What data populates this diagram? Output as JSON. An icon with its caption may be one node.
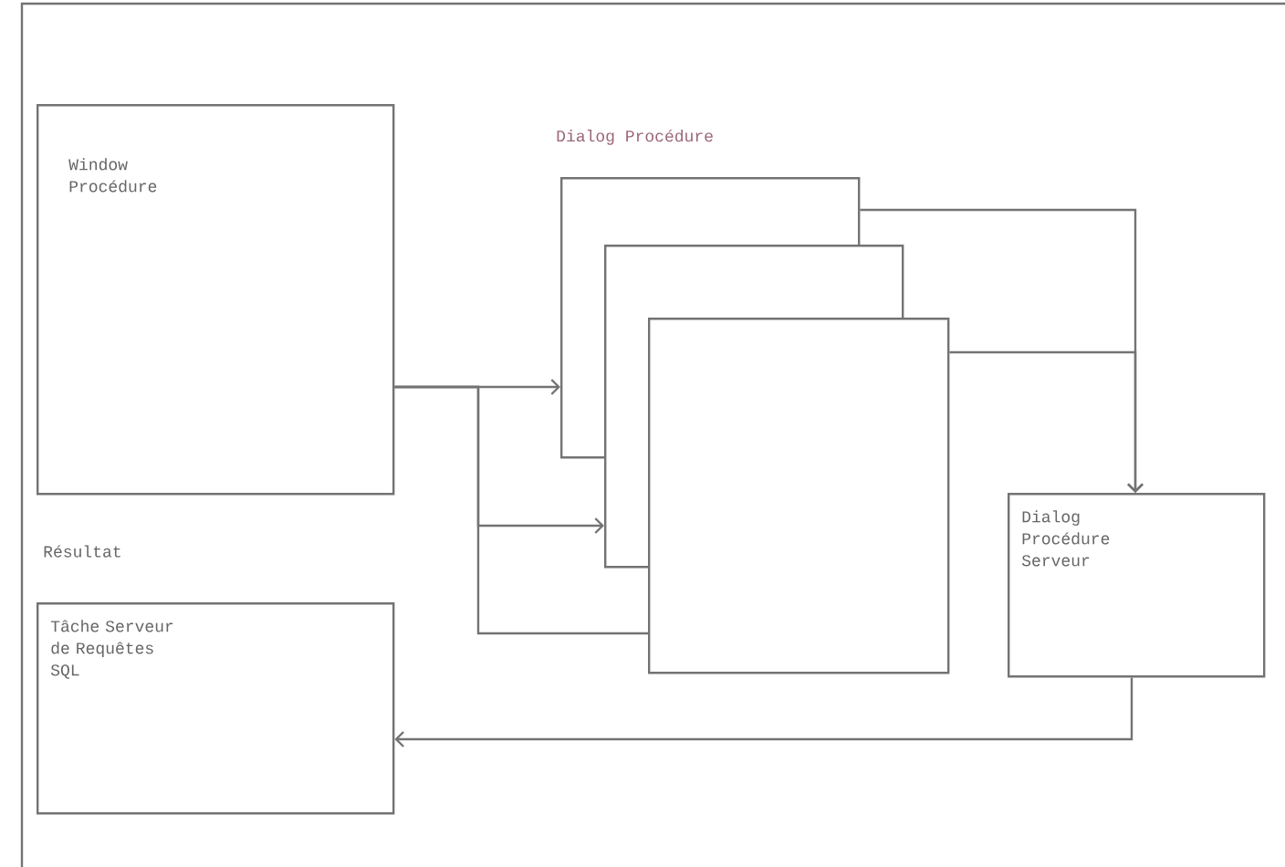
{
  "diagram": {
    "nodes": [
      {
        "text": [
          "Window Procédure"
        ]
      },
      {
        "text": [
          "Dialog Procédure"
        ]
      },
      {
        "text": [],
        "shape": "box"
      },
      {
        "text": [],
        "shape": "box"
      },
      {
        "text": [
          "Tâche Serveur de Requêtes SQL"
        ]
      },
      {
        "text": [
          "Dialog Procédure Serveur"
        ]
      }
    ],
    "edges": [
      {
        "from": 0,
        "to": 1,
        "arrow": "to"
      },
      {
        "from": 0,
        "to": 2,
        "arrow": "to"
      },
      {
        "from": 0,
        "to": 3,
        "arrow": "none"
      },
      {
        "from": 1,
        "to": 5,
        "arrow": "to"
      },
      {
        "from": 3,
        "to": 5,
        "arrow": "to"
      },
      {
        "from": 5,
        "to": 4,
        "arrow": "to"
      }
    ],
    "labels": [
      "Résultat"
    ]
  }
}
